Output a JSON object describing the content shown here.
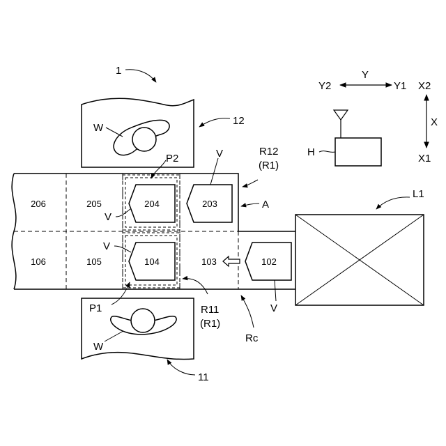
{
  "references": {
    "system": "1",
    "robot_upper": "12",
    "robot_lower": "11",
    "workpiece_upper": "W",
    "workpiece_lower": "W",
    "position_upper": "P2",
    "position_lower": "P1",
    "range_upper_line1": "R12",
    "range_upper_line2": "(R1)",
    "range_lower_line1": "R11",
    "range_lower_line2": "(R1)",
    "area": "A",
    "conveying_route": "Rc",
    "vehicle_203": "V",
    "vehicle_204": "V",
    "vehicle_104": "V",
    "vehicle_102": "V",
    "loading_unit": "L1",
    "host": "H"
  },
  "axes": {
    "y": "Y",
    "y1": "Y1",
    "y2": "Y2",
    "x": "X",
    "x1": "X1",
    "x2": "X2"
  },
  "cells": {
    "upper": [
      "206",
      "205",
      "204",
      "203"
    ],
    "lower": [
      "106",
      "105",
      "104",
      "103",
      "102"
    ]
  }
}
